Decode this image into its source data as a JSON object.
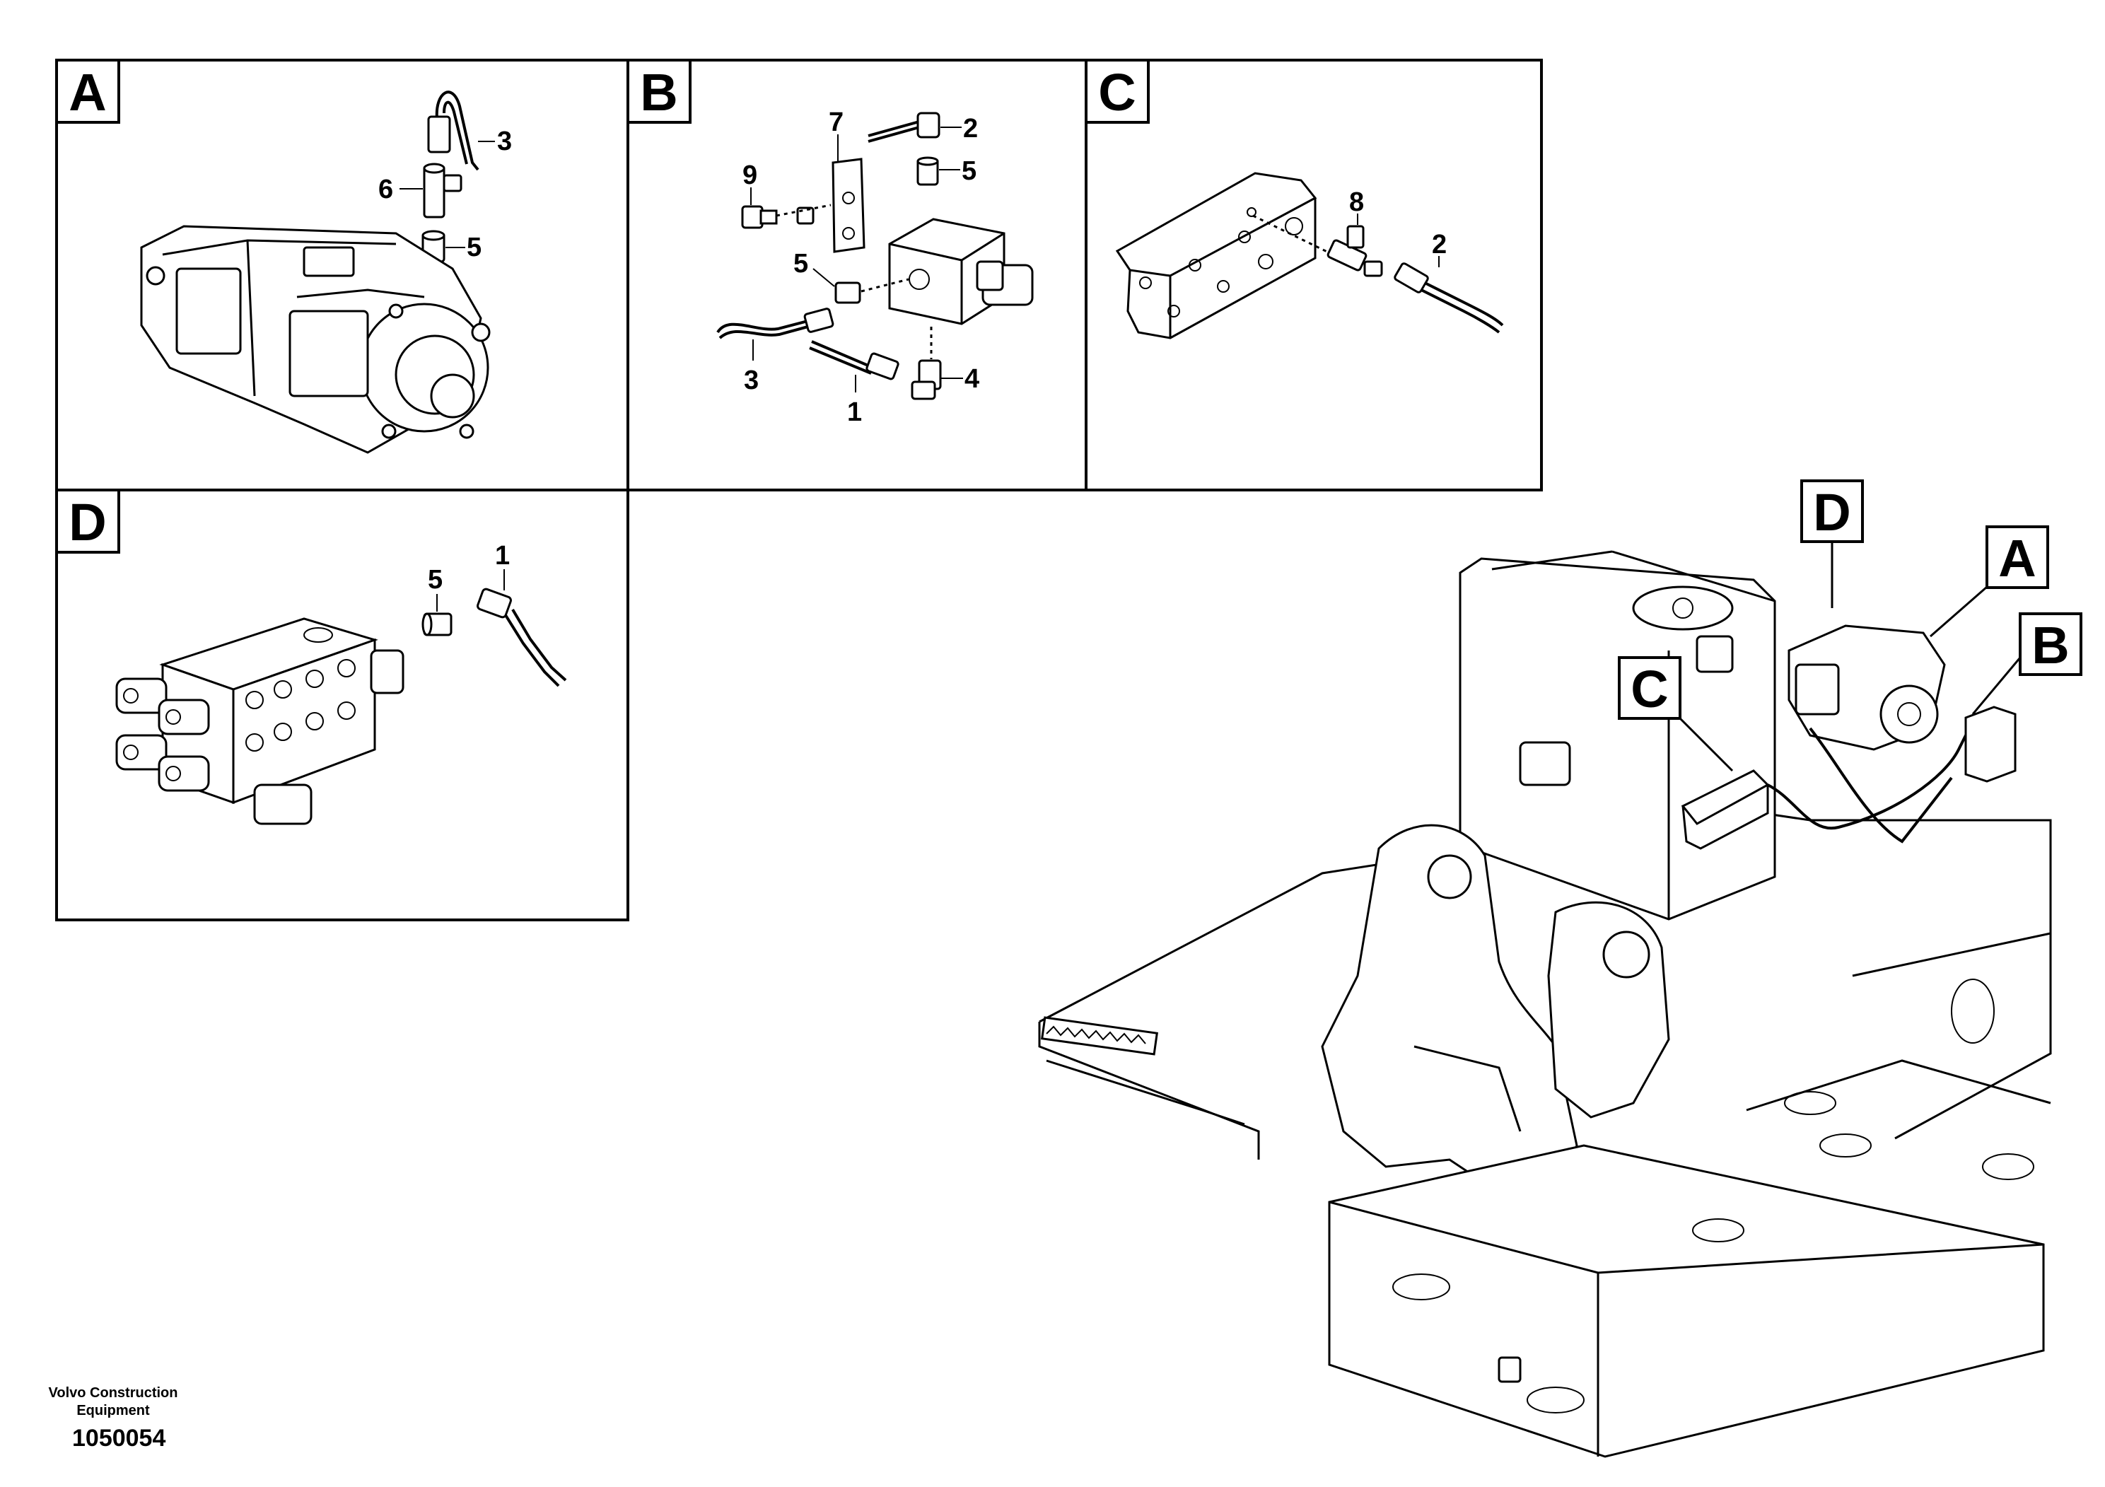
{
  "panels": [
    {
      "letter": "A",
      "callouts": [
        "3",
        "6",
        "5"
      ]
    },
    {
      "letter": "B",
      "callouts": [
        "7",
        "2",
        "9",
        "5",
        "5",
        "3",
        "1",
        "4"
      ]
    },
    {
      "letter": "C",
      "callouts": [
        "8",
        "2"
      ]
    },
    {
      "letter": "D",
      "callouts": [
        "5",
        "1"
      ]
    }
  ],
  "overview_badges": [
    "D",
    "A",
    "C",
    "B"
  ],
  "footer": {
    "company_line1": "Volvo Construction",
    "company_line2": "Equipment",
    "drawing_number": "1050054"
  }
}
